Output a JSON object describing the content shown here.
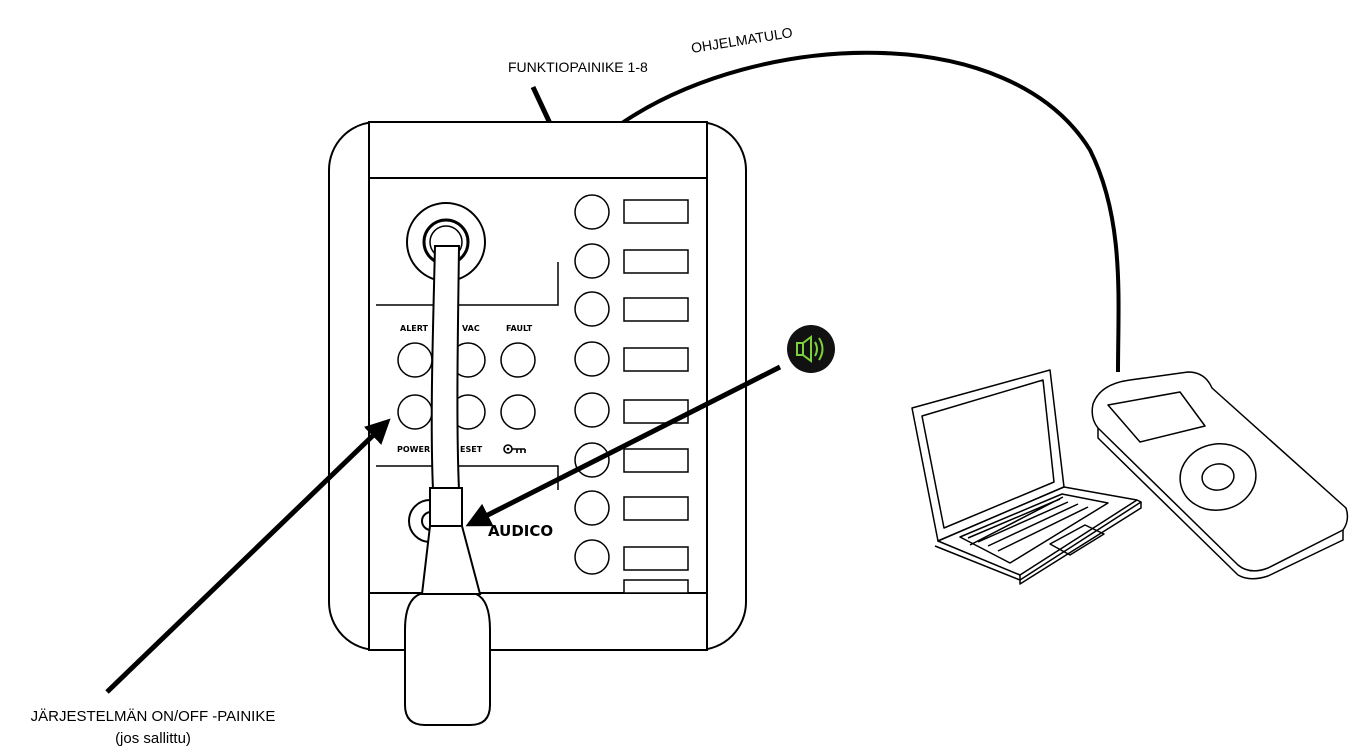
{
  "callouts": {
    "function_buttons": "FUNKTIOPAINIKE 1-8",
    "program_input": "OHJELMATULO",
    "power_button_line1": "JÄRJESTELMÄN ON/OFF -PAINIKE",
    "power_button_line2": "(jos sallittu)"
  },
  "panel": {
    "labels": {
      "alert": "ALERT",
      "evac": "VAC",
      "fault": "FAULT",
      "power": "POWER",
      "reset": "ESET"
    },
    "brand": "AUDICO"
  },
  "icons": {
    "speaker": "speaker-icon",
    "key": "key-icon"
  },
  "colors": {
    "line": "#000000",
    "speaker_badge_bg": "#111111",
    "speaker_badge_fg": "#7bd23a"
  }
}
